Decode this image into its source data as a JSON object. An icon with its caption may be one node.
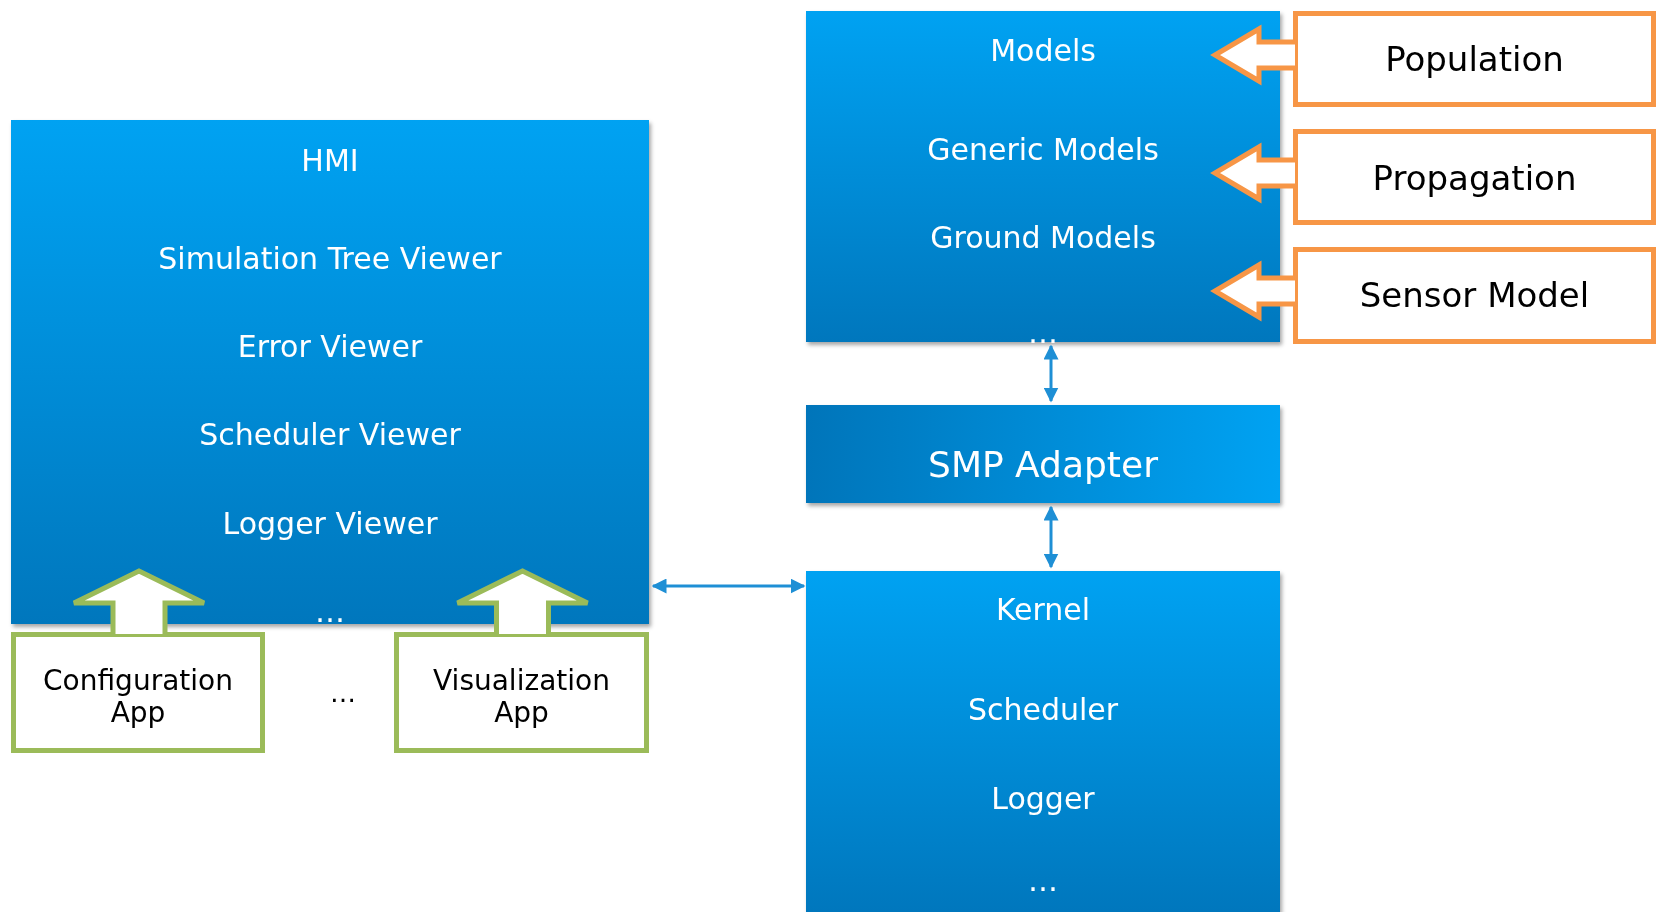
{
  "diagram": {
    "nodes": [
      {
        "text": [
          "HMI",
          "Simulation Tree Viewer",
          "Error Viewer",
          "Scheduler Viewer",
          "Logger Viewer",
          "…"
        ]
      },
      {
        "text": [
          "Configuration App"
        ]
      },
      {
        "text": [
          "Visualization App"
        ]
      },
      {
        "text": [
          "Models",
          "Generic Models",
          "Ground Models",
          "…"
        ]
      },
      {
        "text": [
          "Population"
        ]
      },
      {
        "text": [
          "Propagation"
        ]
      },
      {
        "text": [
          "Sensor Model"
        ]
      },
      {
        "text": [
          "SMP Adapter"
        ]
      },
      {
        "text": [
          "Kernel",
          "Scheduler",
          "Logger",
          "…"
        ]
      }
    ],
    "edges": [
      {
        "from": 4,
        "to": 3,
        "arrow": "to",
        "style": "thick",
        "color": "#f79646"
      },
      {
        "from": 5,
        "to": 3,
        "arrow": "to",
        "style": "thick",
        "color": "#f79646"
      },
      {
        "from": 6,
        "to": 3,
        "arrow": "to",
        "style": "thick",
        "color": "#f79646"
      },
      {
        "from": 1,
        "to": 0,
        "arrow": "to",
        "style": "thick",
        "color": "#9bbb59"
      },
      {
        "from": 2,
        "to": 0,
        "arrow": "to",
        "style": "thick",
        "color": "#9bbb59"
      },
      {
        "from": 3,
        "to": 7,
        "arrow": "both",
        "color": "#1e8fd5"
      },
      {
        "from": 7,
        "to": 8,
        "arrow": "both",
        "color": "#1e8fd5"
      },
      {
        "from": 0,
        "to": 8,
        "arrow": "both",
        "color": "#1e8fd5"
      }
    ],
    "labels": [
      "…"
    ]
  }
}
